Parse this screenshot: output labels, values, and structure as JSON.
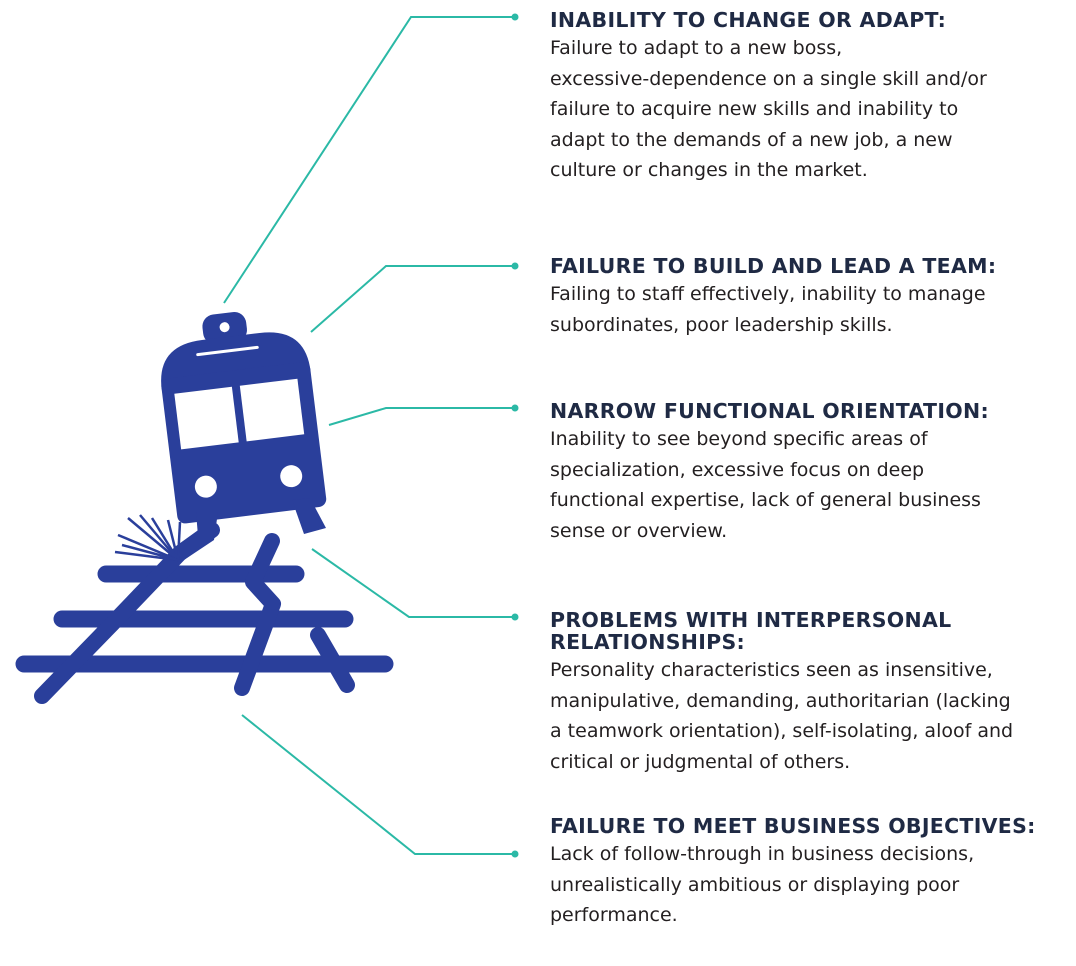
{
  "colors": {
    "train": "#2a3f9b",
    "connector": "#2bb9a6",
    "heading": "#1f2a44",
    "text": "#231f20"
  },
  "illustration": {
    "name": "derailed-train-icon"
  },
  "items": [
    {
      "title": "INABILITY TO CHANGE OR ADAPT:",
      "lines": [
        "Failure to adapt to a new boss,",
        "excessive-dependence on a single skill and/or",
        "failure to acquire new skills and inability to",
        "adapt to the demands of a new job, a new",
        "culture or changes in the market."
      ]
    },
    {
      "title": "FAILURE TO BUILD AND LEAD A TEAM:",
      "lines": [
        "Failing to staff effectively, inability to manage",
        "subordinates, poor leadership skills."
      ]
    },
    {
      "title": "NARROW FUNCTIONAL ORIENTATION:",
      "lines": [
        "Inability to see beyond specific areas of",
        "specialization, excessive focus on deep",
        "functional expertise, lack of general business",
        "sense or overview."
      ]
    },
    {
      "title_lines": [
        "PROBLEMS WITH INTERPERSONAL",
        "RELATIONSHIPS:"
      ],
      "lines": [
        "Personality characteristics seen as insensitive,",
        "manipulative, demanding, authoritarian (lacking",
        "a teamwork orientation), self-isolating, aloof and",
        "critical or judgmental of others."
      ]
    },
    {
      "title": "FAILURE TO MEET BUSINESS OBJECTIVES:",
      "lines": [
        "Lack of follow-through in business decisions,",
        "unrealistically ambitious or displaying poor",
        "performance."
      ]
    }
  ]
}
